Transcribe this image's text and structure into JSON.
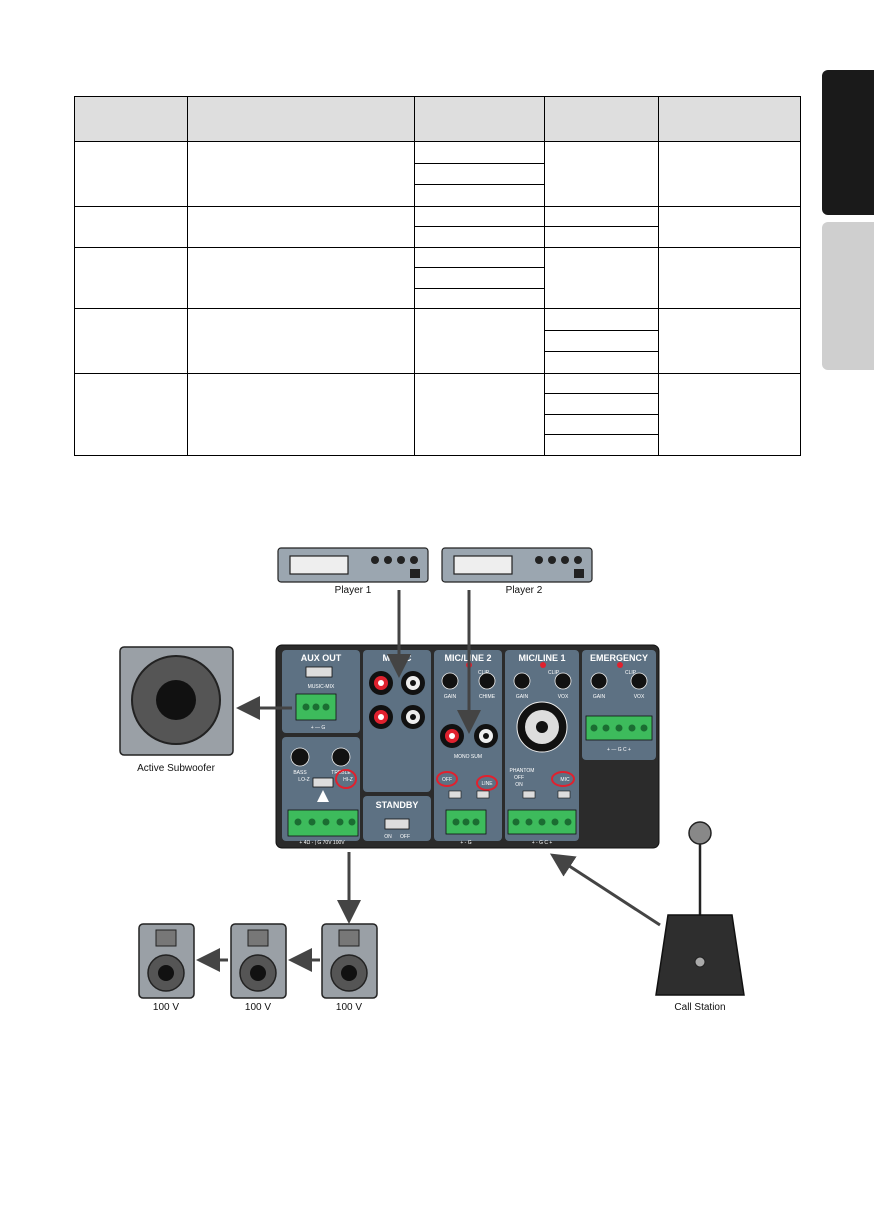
{
  "panel": {
    "sections": {
      "aux_out": "AUX OUT",
      "music": "MUSIC",
      "mic_line_2": "MIC/LINE 2",
      "mic_line_1": "MIC/LINE 1",
      "emergency": "EMERGENCY",
      "standby": "STANDBY"
    },
    "labels": {
      "music_mix": "MUSIC-MIX",
      "bass": "BASS",
      "treble": "TREBLE",
      "lo_z": "LO-Z",
      "hi_z": "HI-Z",
      "clip": "CLIP",
      "gain": "GAIN",
      "chime": "CHIME",
      "vox": "VOX",
      "mono_sum": "MONO SUM",
      "phantom": "PHANTOM",
      "off": "OFF",
      "on": "ON",
      "line": "LINE",
      "mic": "MIC",
      "aux_terms": "+ — G",
      "out_terms": "+ 4Ω -  |  G  70V  100V",
      "ml2_terms": "+  -  G",
      "ml1_terms": "+  -  G  C  +",
      "em_terms": "+  —  G  C  +"
    }
  },
  "devices": {
    "player1": "Player 1",
    "player2": "Player 2",
    "subwoofer": "Active Subwoofer",
    "speaker1": "100 V",
    "speaker2": "100 V",
    "speaker3": "100 V",
    "call_station": "Call Station"
  }
}
